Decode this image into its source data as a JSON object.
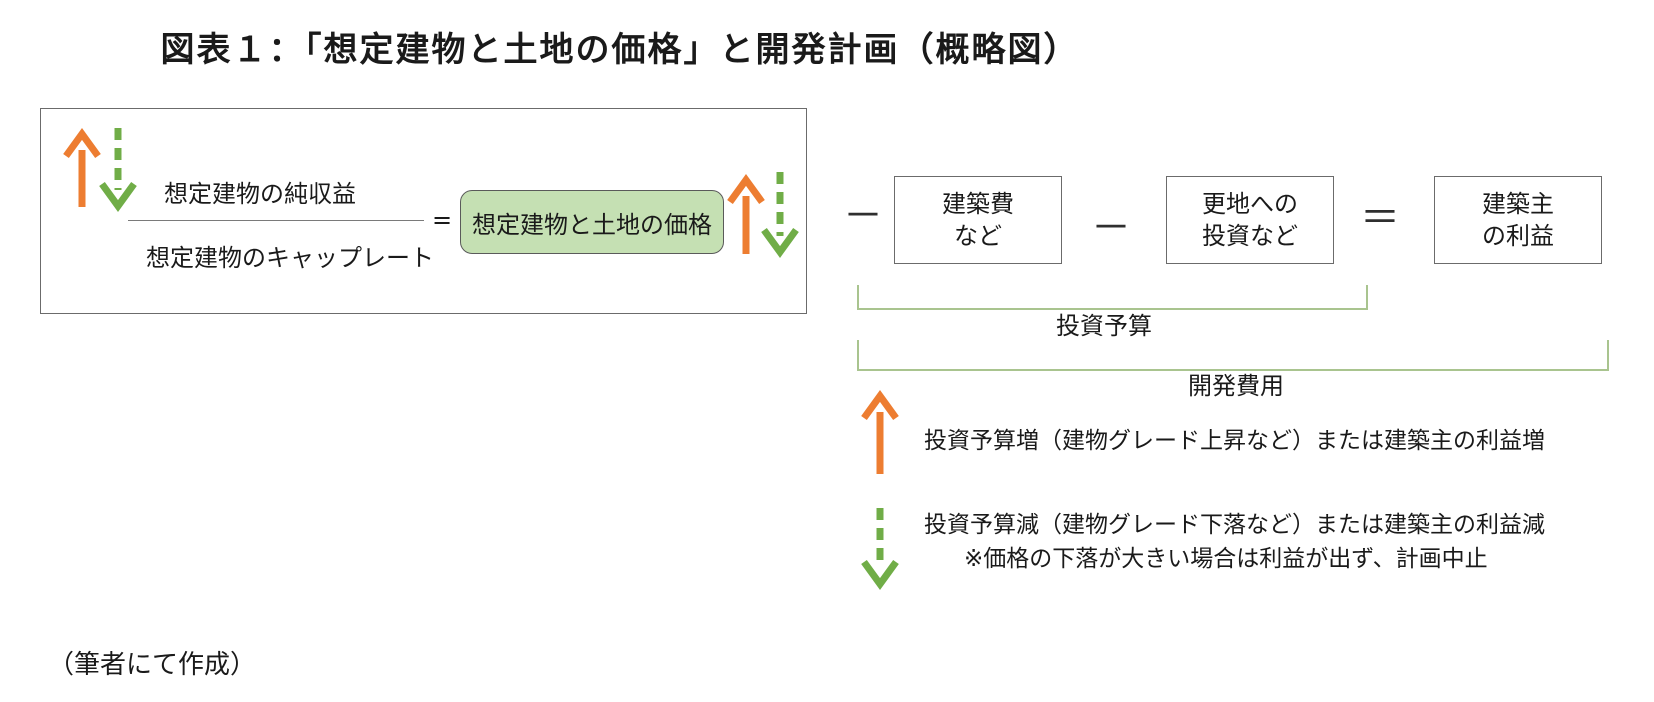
{
  "title": "図表１：「想定建物と土地の価格」と開発計画（概略図）",
  "formula": {
    "numerator": "想定建物の純収益",
    "denominator": "想定建物のキャップレート",
    "equals": "=",
    "price_label": "想定建物と土地の価格"
  },
  "equation": {
    "minus_1": "－",
    "construction_cost": [
      "建築費",
      "など"
    ],
    "minus_2": "－",
    "land_investment": [
      "更地への",
      "投資など"
    ],
    "equals": "＝",
    "builder_profit": [
      "建築主",
      "の利益"
    ]
  },
  "brackets": {
    "investment_budget": "投資予算",
    "development_cost": "開発費用"
  },
  "legend": {
    "up_text": "投資予算増（建物グレード上昇など）または建築主の利益増",
    "down_text": "投資予算減（建物グレード下落など）または建築主の利益減",
    "down_note": "※価格の下落が大きい場合は利益が出ず、計画中止"
  },
  "colors": {
    "up_arrow": "#ed7d31",
    "down_arrow": "#70ad47",
    "price_fill": "#c5e0b3",
    "bracket": "#a9c48f"
  },
  "source": "（筆者にて作成）"
}
